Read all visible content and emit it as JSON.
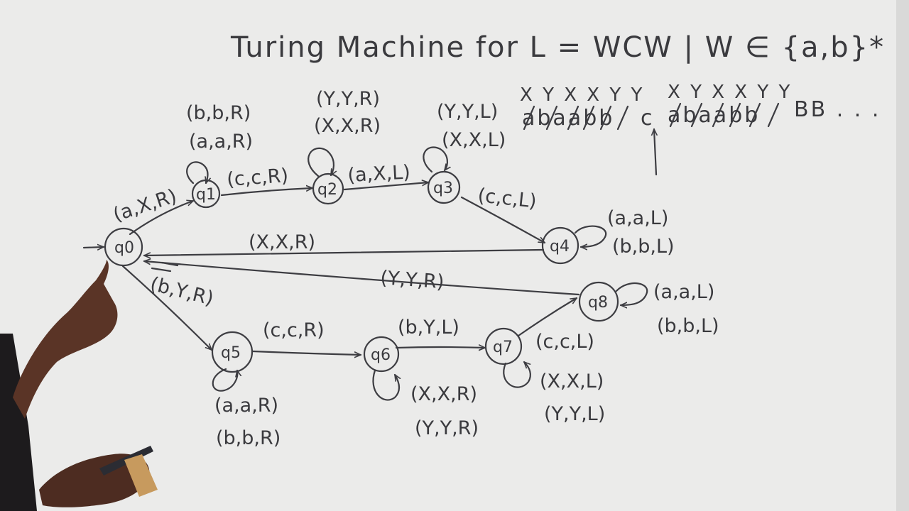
{
  "title": "Turing Machine for  L = WCW | W ∈ {a,b}*",
  "states": [
    {
      "id": "q0",
      "label": "q0"
    },
    {
      "id": "q1",
      "label": "q1"
    },
    {
      "id": "q2",
      "label": "q2"
    },
    {
      "id": "q3",
      "label": "q3"
    },
    {
      "id": "q4",
      "label": "q4"
    },
    {
      "id": "q5",
      "label": "q5"
    },
    {
      "id": "q6",
      "label": "q6"
    },
    {
      "id": "q7",
      "label": "q7"
    },
    {
      "id": "q8",
      "label": "q8"
    }
  ],
  "transitions": [
    {
      "from": "q0",
      "to": "q1",
      "label": "(a,X,R)"
    },
    {
      "from": "q1",
      "to": "q1",
      "labels": [
        "(b,b,R)",
        "(a,a,R)"
      ]
    },
    {
      "from": "q1",
      "to": "q2",
      "label": "(c,c,R)"
    },
    {
      "from": "q2",
      "to": "q2",
      "labels": [
        "(Y,Y,R)",
        "(X,X,R)"
      ]
    },
    {
      "from": "q2",
      "to": "q3",
      "label": "(a,X,L)"
    },
    {
      "from": "q3",
      "to": "q3",
      "labels": [
        "(Y,Y,L)",
        "(X,X,L)"
      ]
    },
    {
      "from": "q3",
      "to": "q4",
      "label": "(c,c,L)"
    },
    {
      "from": "q4",
      "to": "q4",
      "labels": [
        "(a,a,L)",
        "(b,b,L)"
      ]
    },
    {
      "from": "q4",
      "to": "q0",
      "label": "(X,X,R)"
    },
    {
      "from": "q8",
      "to": "q0",
      "label": "(Y,Y,R)"
    },
    {
      "from": "q8",
      "to": "q8",
      "labels": [
        "(a,a,L)",
        "(b,b,L)"
      ]
    },
    {
      "from": "q0",
      "to": "q5",
      "label": "(b,Y,R)"
    },
    {
      "from": "q5",
      "to": "q5",
      "labels": [
        "(a,a,R)",
        "(b,b,R)"
      ]
    },
    {
      "from": "q5",
      "to": "q6",
      "label": "(c,c,R)"
    },
    {
      "from": "q6",
      "to": "q6",
      "labels": [
        "(X,X,R)",
        "(Y,Y,R)"
      ]
    },
    {
      "from": "q6",
      "to": "q7",
      "label": "(b,Y,L)"
    },
    {
      "from": "q7",
      "to": "q7",
      "labels": [
        "(X,X,L)",
        "(Y,Y,L)"
      ]
    },
    {
      "from": "q7",
      "to": "q8",
      "label": "(c,c,L)"
    }
  ],
  "tape": {
    "marks_left": "X Y X X Y Y",
    "marks_right": "X Y X X Y Y",
    "symbols_left": "abaabb",
    "separator": "c",
    "symbols_right": "abaabb",
    "blanks": "BB . . ."
  },
  "colors": {
    "board": "#ebebea",
    "ink": "#3d3d42"
  }
}
